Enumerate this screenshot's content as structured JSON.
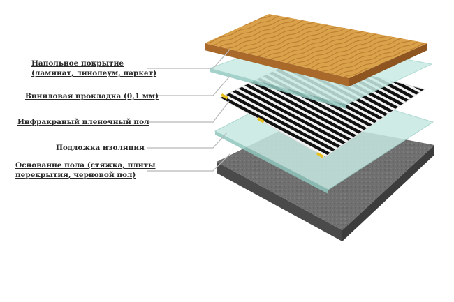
{
  "labels": {
    "floor_covering_line1": "Напольное покрытие",
    "floor_covering_line2": "(ламинат, линолеум, паркет)",
    "vinyl": "Виниловая прокладка (0,1 мм)",
    "infrared": "Инфракраный пленочный пол",
    "insulation": "Подложка изоляция",
    "base_line1": "Основание пола (стяжка, плиты",
    "base_line2": "перекрытия, черновой пол)"
  },
  "colors": {
    "wood": "#d9a04a",
    "glass": "#bfe3dd",
    "film": "#111111",
    "concrete": "#6e6e6e",
    "leader": "#b8b8b8"
  }
}
